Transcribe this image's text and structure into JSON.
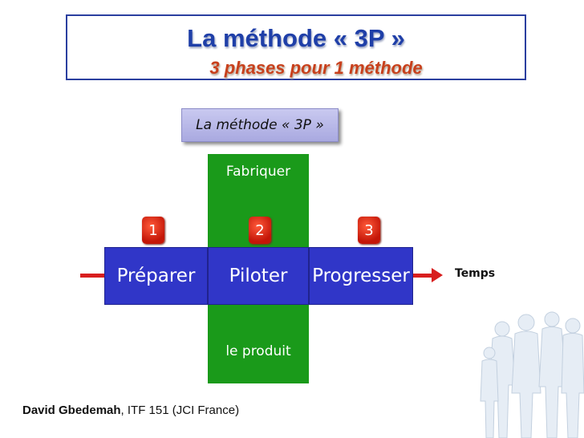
{
  "header": {
    "title": "La méthode « 3P »",
    "subtitle": "3 phases pour 1 méthode"
  },
  "diagram": {
    "method_label": "La méthode « 3P »",
    "top_label": "Fabriquer",
    "bottom_label": "le produit",
    "phases": [
      {
        "number": "1",
        "label": "Préparer"
      },
      {
        "number": "2",
        "label": "Piloter"
      },
      {
        "number": "3",
        "label": "Progresser"
      }
    ],
    "time_label": "Temps",
    "colors": {
      "phase_blue": "#3036c8",
      "column_green": "#1a9a1a",
      "badge_red": "#c41608",
      "arrow_red": "#d81e1e",
      "title_blue": "#1f3fa8",
      "subtitle_orange": "#c8401c"
    }
  },
  "footer": {
    "author": "David Gbedemah",
    "affiliation": ", ITF 151 (JCI France)"
  },
  "decoration": {
    "icon": "people-silhouettes-icon"
  }
}
